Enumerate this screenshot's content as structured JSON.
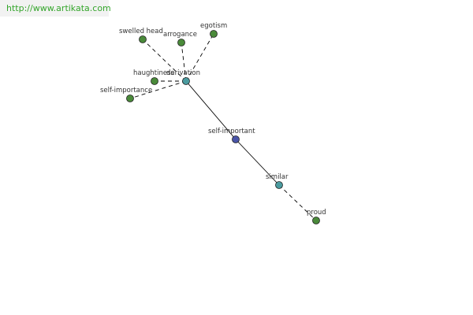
{
  "header": {
    "url": "http://www.artikata.com"
  },
  "graph": {
    "center": "self-important",
    "colors": {
      "center_node": "#4a55a8",
      "hub_node": "#4a9b9f",
      "leaf_node": "#4a8a3a",
      "node_stroke": "#222222",
      "edge": "#000000",
      "label": "#333333"
    },
    "nodes": [
      {
        "id": "self-important",
        "label": "self-important",
        "role": "center"
      },
      {
        "id": "derivation",
        "label": "derivation",
        "role": "hub"
      },
      {
        "id": "similar",
        "label": "similar",
        "role": "hub"
      },
      {
        "id": "swelled-head",
        "label": "swelled head",
        "role": "leaf"
      },
      {
        "id": "arrogance",
        "label": "arrogance",
        "role": "leaf"
      },
      {
        "id": "egotism",
        "label": "egotism",
        "role": "leaf"
      },
      {
        "id": "haughtiness",
        "label": "haughtiness",
        "role": "leaf"
      },
      {
        "id": "self-importance",
        "label": "self-importance",
        "role": "leaf"
      },
      {
        "id": "proud",
        "label": "proud",
        "role": "leaf"
      }
    ],
    "edges": [
      {
        "from": "self-important",
        "to": "derivation",
        "style": "solid"
      },
      {
        "from": "self-important",
        "to": "similar",
        "style": "solid"
      },
      {
        "from": "derivation",
        "to": "swelled-head",
        "style": "dashed"
      },
      {
        "from": "derivation",
        "to": "arrogance",
        "style": "dashed"
      },
      {
        "from": "derivation",
        "to": "egotism",
        "style": "dashed"
      },
      {
        "from": "derivation",
        "to": "haughtiness",
        "style": "dashed"
      },
      {
        "from": "derivation",
        "to": "self-importance",
        "style": "dashed"
      },
      {
        "from": "similar",
        "to": "proud",
        "style": "dashed"
      }
    ]
  }
}
